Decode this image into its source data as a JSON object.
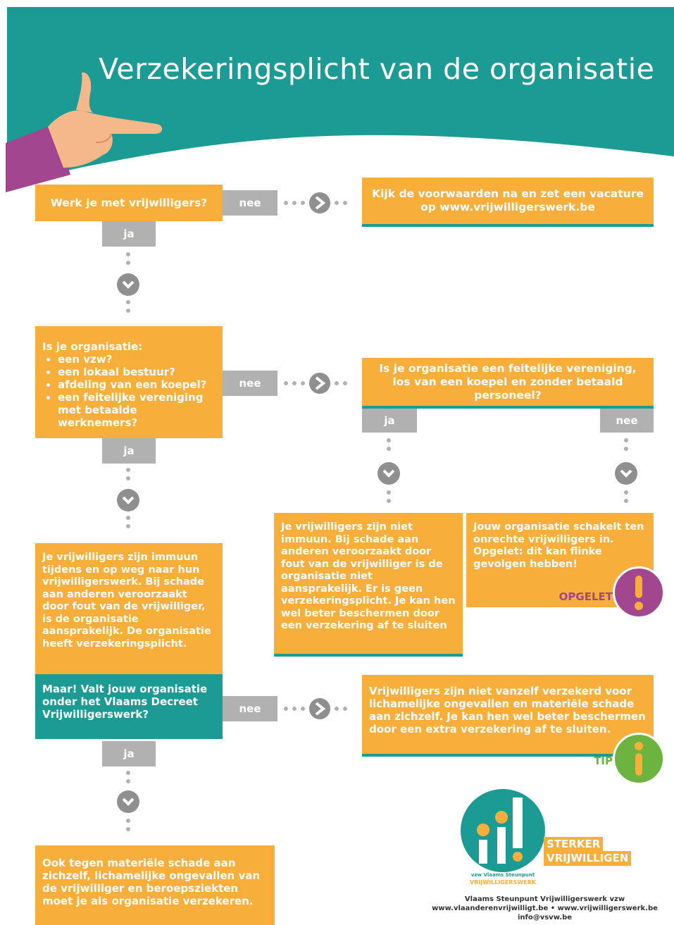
{
  "title": "Verzekeringsplicht van de organisatie",
  "colors": {
    "teal": "#1b9b94",
    "orange": "#f8ae3a",
    "gray": "#b1b1b1",
    "purple": "#a2468f",
    "green": "#6cb33f"
  },
  "step1": {
    "question": "Werk je met vrijwilligers?",
    "no_label": "nee",
    "no_result": "Kijk de voorwaarden na en zet een vacature op www.vrijwilligerswerk.be",
    "yes_label": "ja"
  },
  "step2": {
    "intro": "Is je organisatie:",
    "options": [
      "een vzw?",
      "een lokaal bestuur?",
      "afdeling van een koepel?",
      "een feitelijke vereniging met betaalde werknemers?"
    ],
    "no_label": "nee",
    "yes_label": "ja",
    "followup_question": "Is je organisatie een feitelijke vereniging, los van een koepel en zonder betaald personeel?",
    "followup_yes_label": "ja",
    "followup_no_label": "nee",
    "followup_yes_result": "Je vrijwilligers zijn niet immuun. Bij schade aan anderen veroorzaakt door fout van de vrijwilliger is de organisatie niet aansprakelijk. Er is geen verzekeringsplicht. Je kan hen wel beter beschermen door een verzekering af te sluiten",
    "followup_no_result": "Jouw organisatie schakelt ten onrechte vrijwilligers in.",
    "followup_no_warning": "Opgelet: dit kan flinke gevolgen hebben!",
    "warning_badge": "OPGELET"
  },
  "step3": {
    "result": "Je vrijwilligers zijn immuun tijdens en op weg naar hun vrijwilligerswerk. Bij schade aan anderen veroorzaakt door fout van de vrijwilliger, is de organisatie aansprakelijk. De organisatie heeft verzekeringsplicht.",
    "question": "Maar! Valt jouw organisatie onder het Vlaams Decreet Vrijwilligerswerk?",
    "no_label": "nee",
    "no_result": "Vrijwilligers zijn niet vanzelf verzekerd voor lichamelijke ongevallen en materiële schade aan zichzelf. Je kan hen wel beter beschermen door een extra verzekering af te sluiten.",
    "tip_badge": "TIP",
    "yes_label": "ja",
    "final_result": "Ook tegen materiële schade aan zichzelf, lichamelijke ongevallen van de vrijwilliger en beroepsziekten moet je als organisatie verzekeren."
  },
  "logo": {
    "tagline_1": "STERKER",
    "tagline_2": "VRIJWILLIGEN",
    "small_1": "vzw Vlaams Steunpunt",
    "small_2": "VRIJWILLIGERSWERK"
  },
  "footer": {
    "org": "Vlaams Steunpunt Vrijwilligerswerk vzw",
    "urls": "www.vlaanderenvrijwilligt.be • www.vrijwilligerswerk.be",
    "email": "info@vsvw.be"
  }
}
